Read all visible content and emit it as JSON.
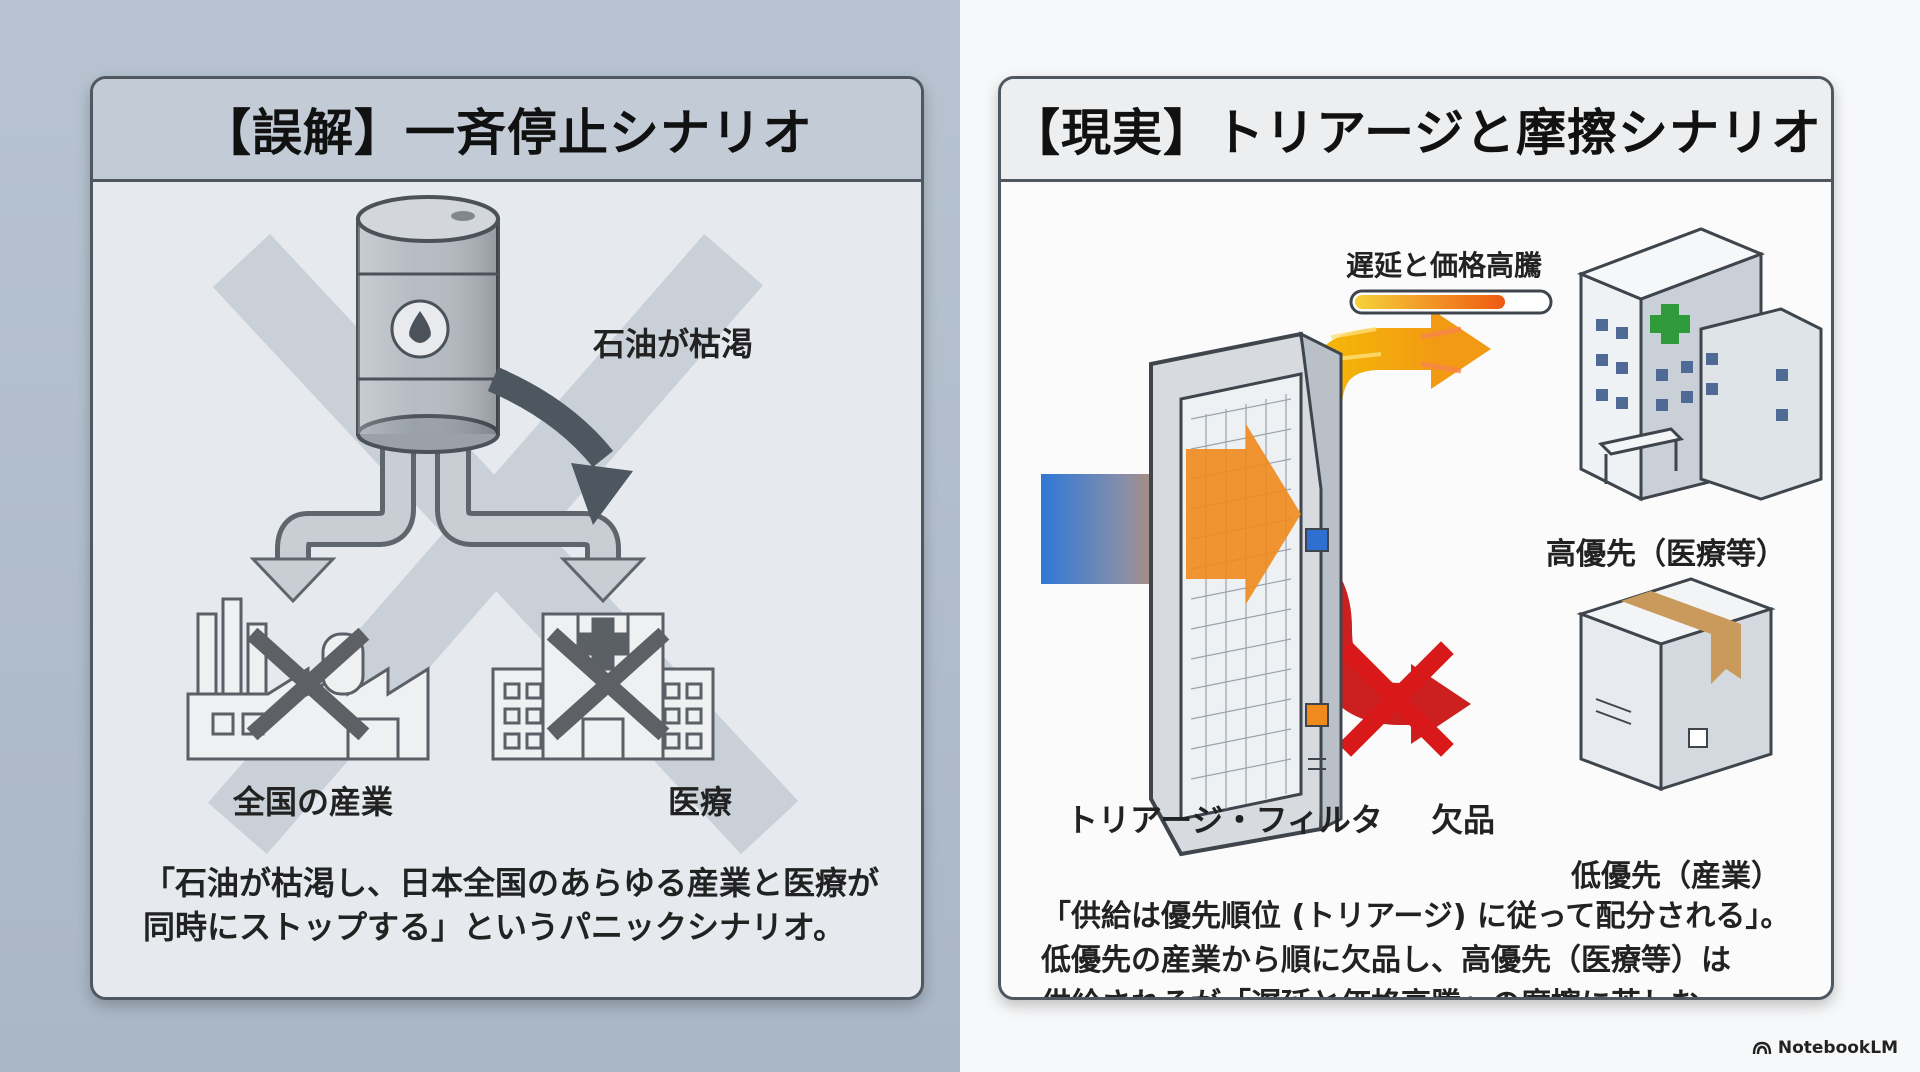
{
  "left_panel": {
    "title": "【誤解】一斉停止シナリオ",
    "label_oil": "石油が枯渇",
    "label_industry": "全国の産業",
    "label_medical": "医療",
    "caption_line1": "「石油が枯渇し、日本全国のあらゆる産業と医療が",
    "caption_line2": "同時にストップする」というパニックシナリオ。"
  },
  "right_panel": {
    "title": "【現実】トリアージと摩擦シナリオ",
    "label_delay": "遅延と価格高騰",
    "label_high": "高優先（医療等）",
    "label_filter": "トリアージ・フィルタ",
    "label_shortage": "欠品",
    "label_low": "低優先（産業）",
    "caption_line1": "「供給は優先順位 (トリアージ) に従って配分される」。",
    "caption_line2": "低優先の産業から順に欠品し、高優先（医療等）は",
    "caption_line3": "供給されるが「遅延と価格高騰」の摩擦に苦しむ。"
  },
  "brand": {
    "label": "NotebookLM"
  },
  "colors": {
    "hot_orange": "#f08a1c",
    "flow_yellow": "#f5c400",
    "flow_red": "#d11f1f",
    "flow_blue": "#3a7fd0",
    "cross_gray": "#5d6166",
    "medical_green": "#2e9a3a"
  }
}
